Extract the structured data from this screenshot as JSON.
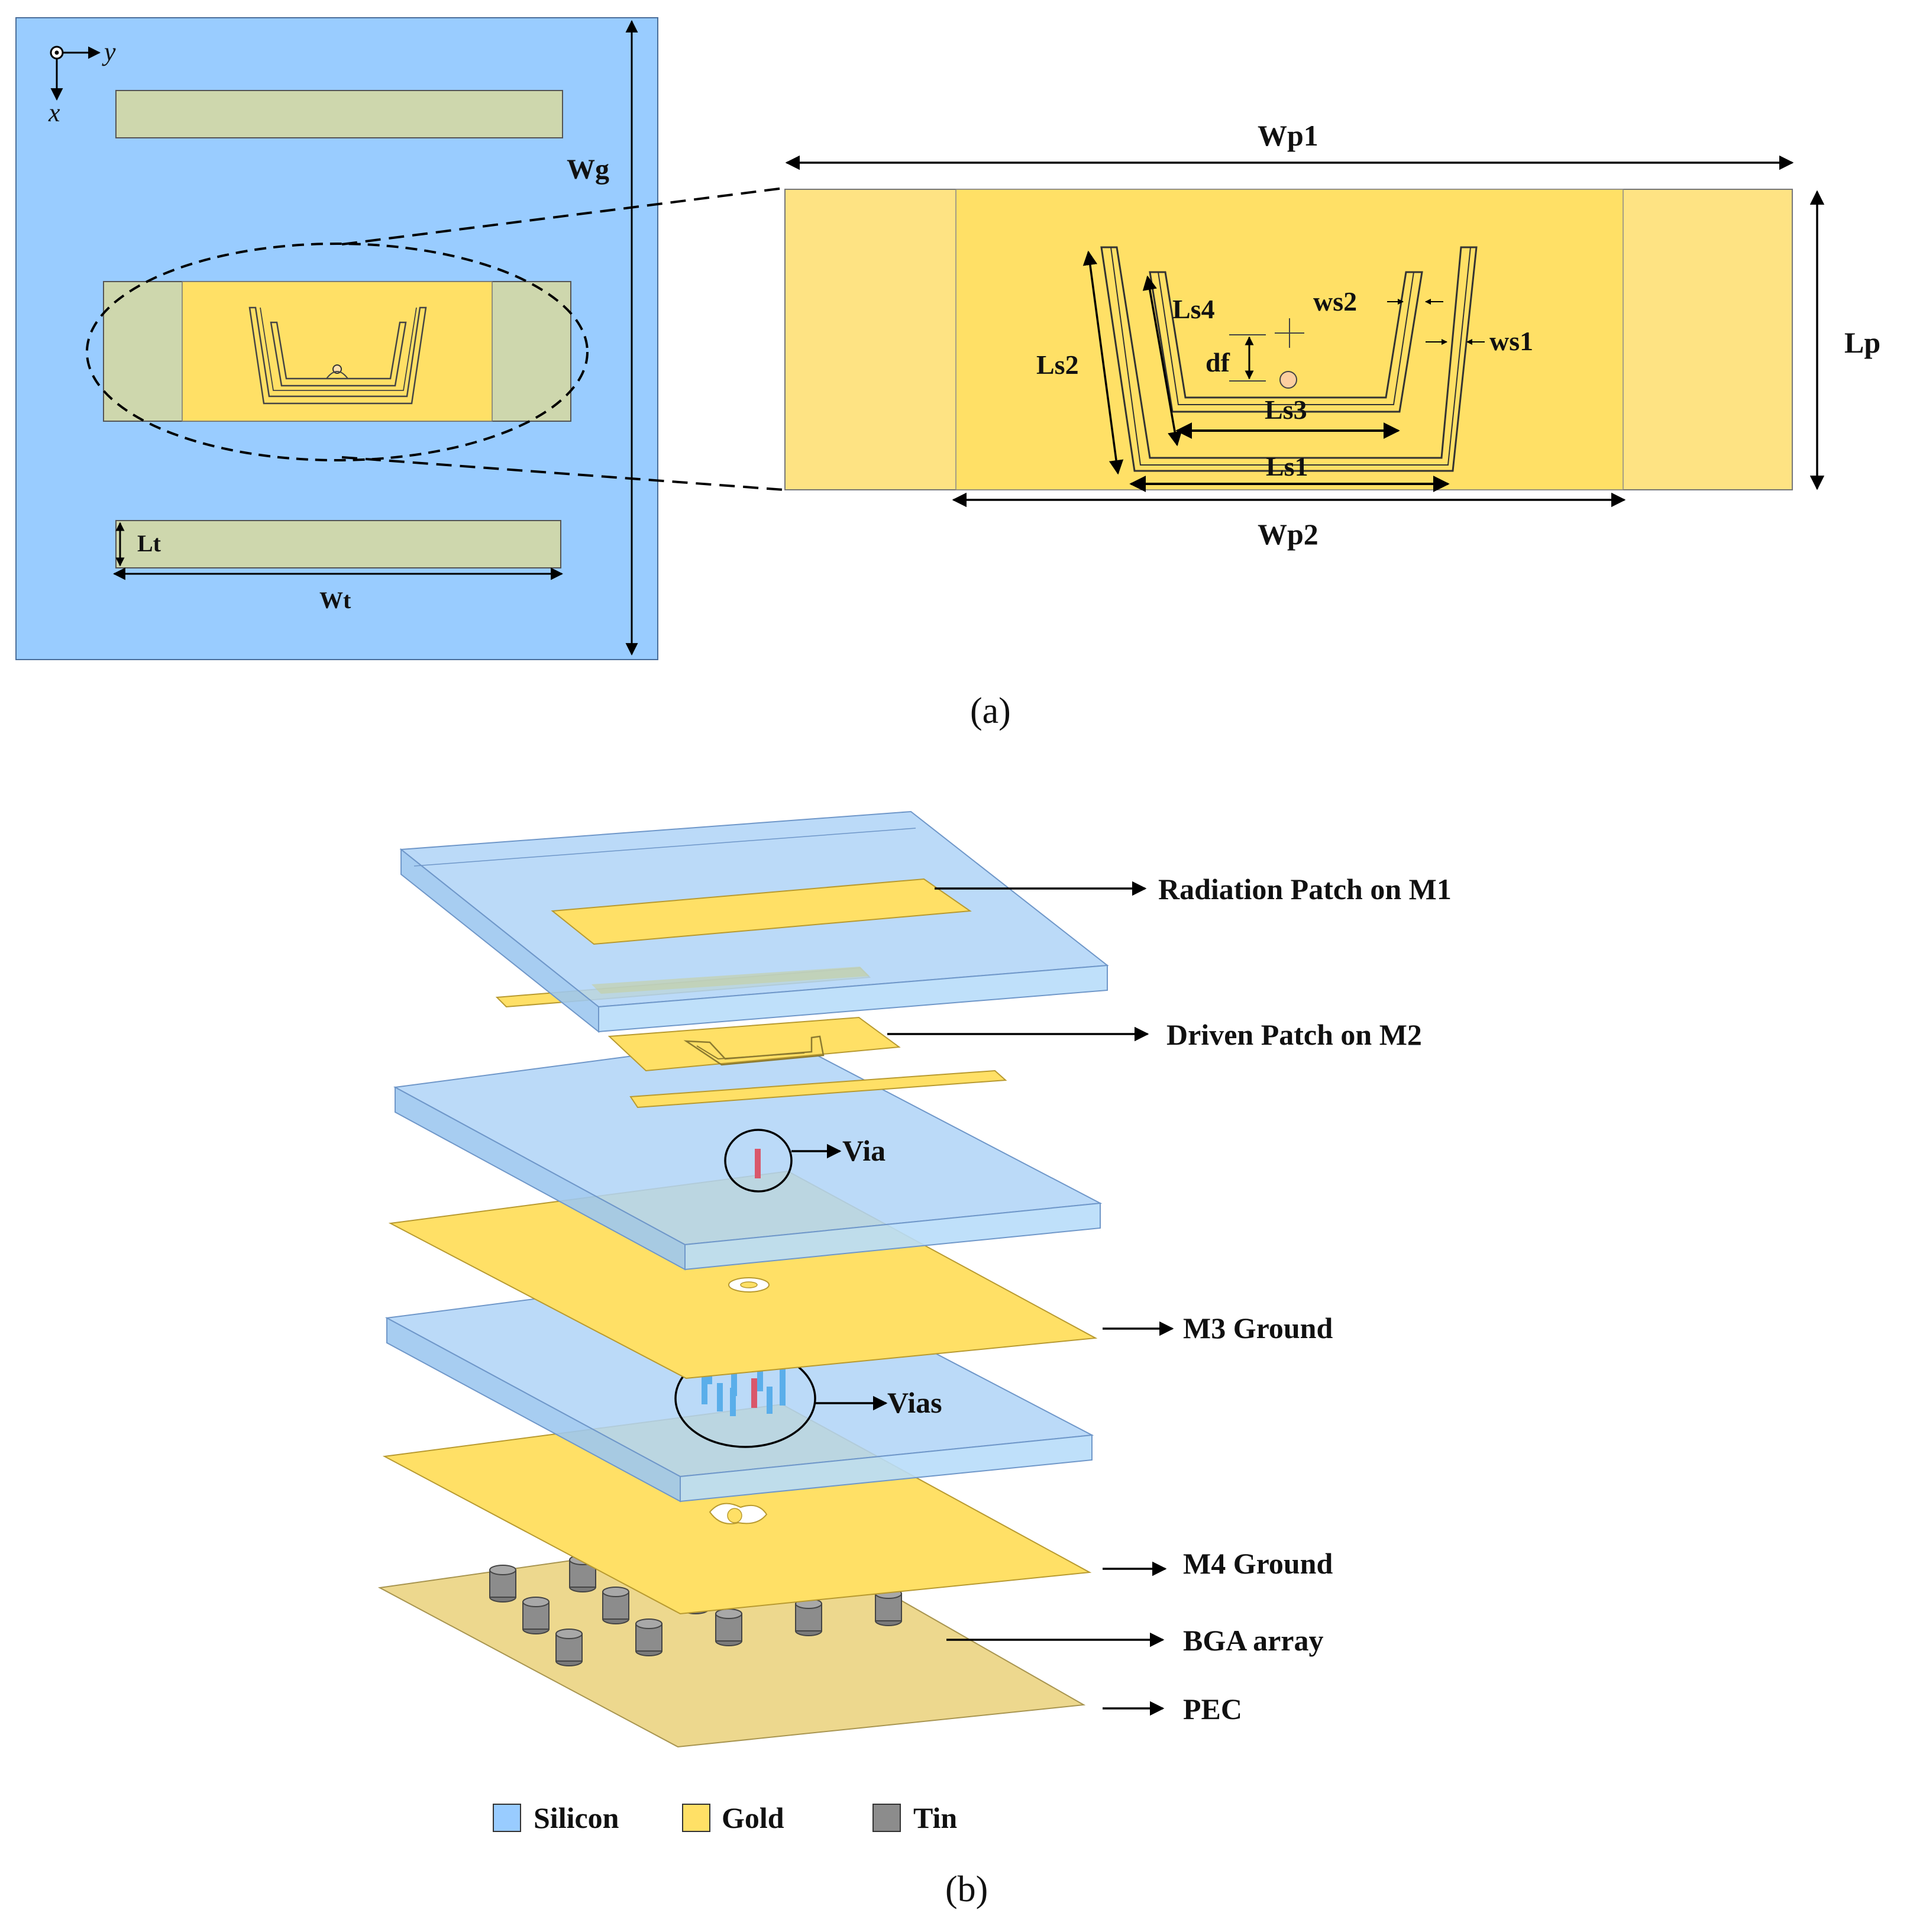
{
  "colors": {
    "silicon": "#99CCFF",
    "silicon_edge": "#6F97C9",
    "gold": "#FFE066",
    "gold_light": "#FEE383",
    "gold_dark_patch": "#CED7AD",
    "tin": "#8C8C8C",
    "pec": "#EDD88E",
    "via_red": "#D9576B",
    "via_blue": "#5AAEEA"
  },
  "panel_a": {
    "axis_y": "y",
    "axis_x": "x",
    "labels": {
      "wg": "Wg",
      "lt": "Lt",
      "wt": "Wt",
      "wp1": "Wp1",
      "wp2": "Wp2",
      "lp": "Lp",
      "ls1": "Ls1",
      "ls2": "Ls2",
      "ls3": "Ls3",
      "ls4": "Ls4",
      "ws1": "ws1",
      "ws2": "ws2",
      "df": "df"
    },
    "caption": "(a)"
  },
  "panel_b": {
    "callouts": {
      "radiation_patch": "Radiation Patch on M1",
      "driven_patch": "Driven Patch on M2",
      "via": "Via",
      "m3_ground": "M3 Ground",
      "vias": "Vias",
      "m4_ground": "M4 Ground",
      "bga": "BGA array",
      "pec": "PEC"
    },
    "legend": [
      {
        "name": "Silicon",
        "icon": "silicon-swatch"
      },
      {
        "name": "Gold",
        "icon": "gold-swatch"
      },
      {
        "name": "Tin",
        "icon": "tin-swatch"
      }
    ],
    "caption": "(b)"
  }
}
